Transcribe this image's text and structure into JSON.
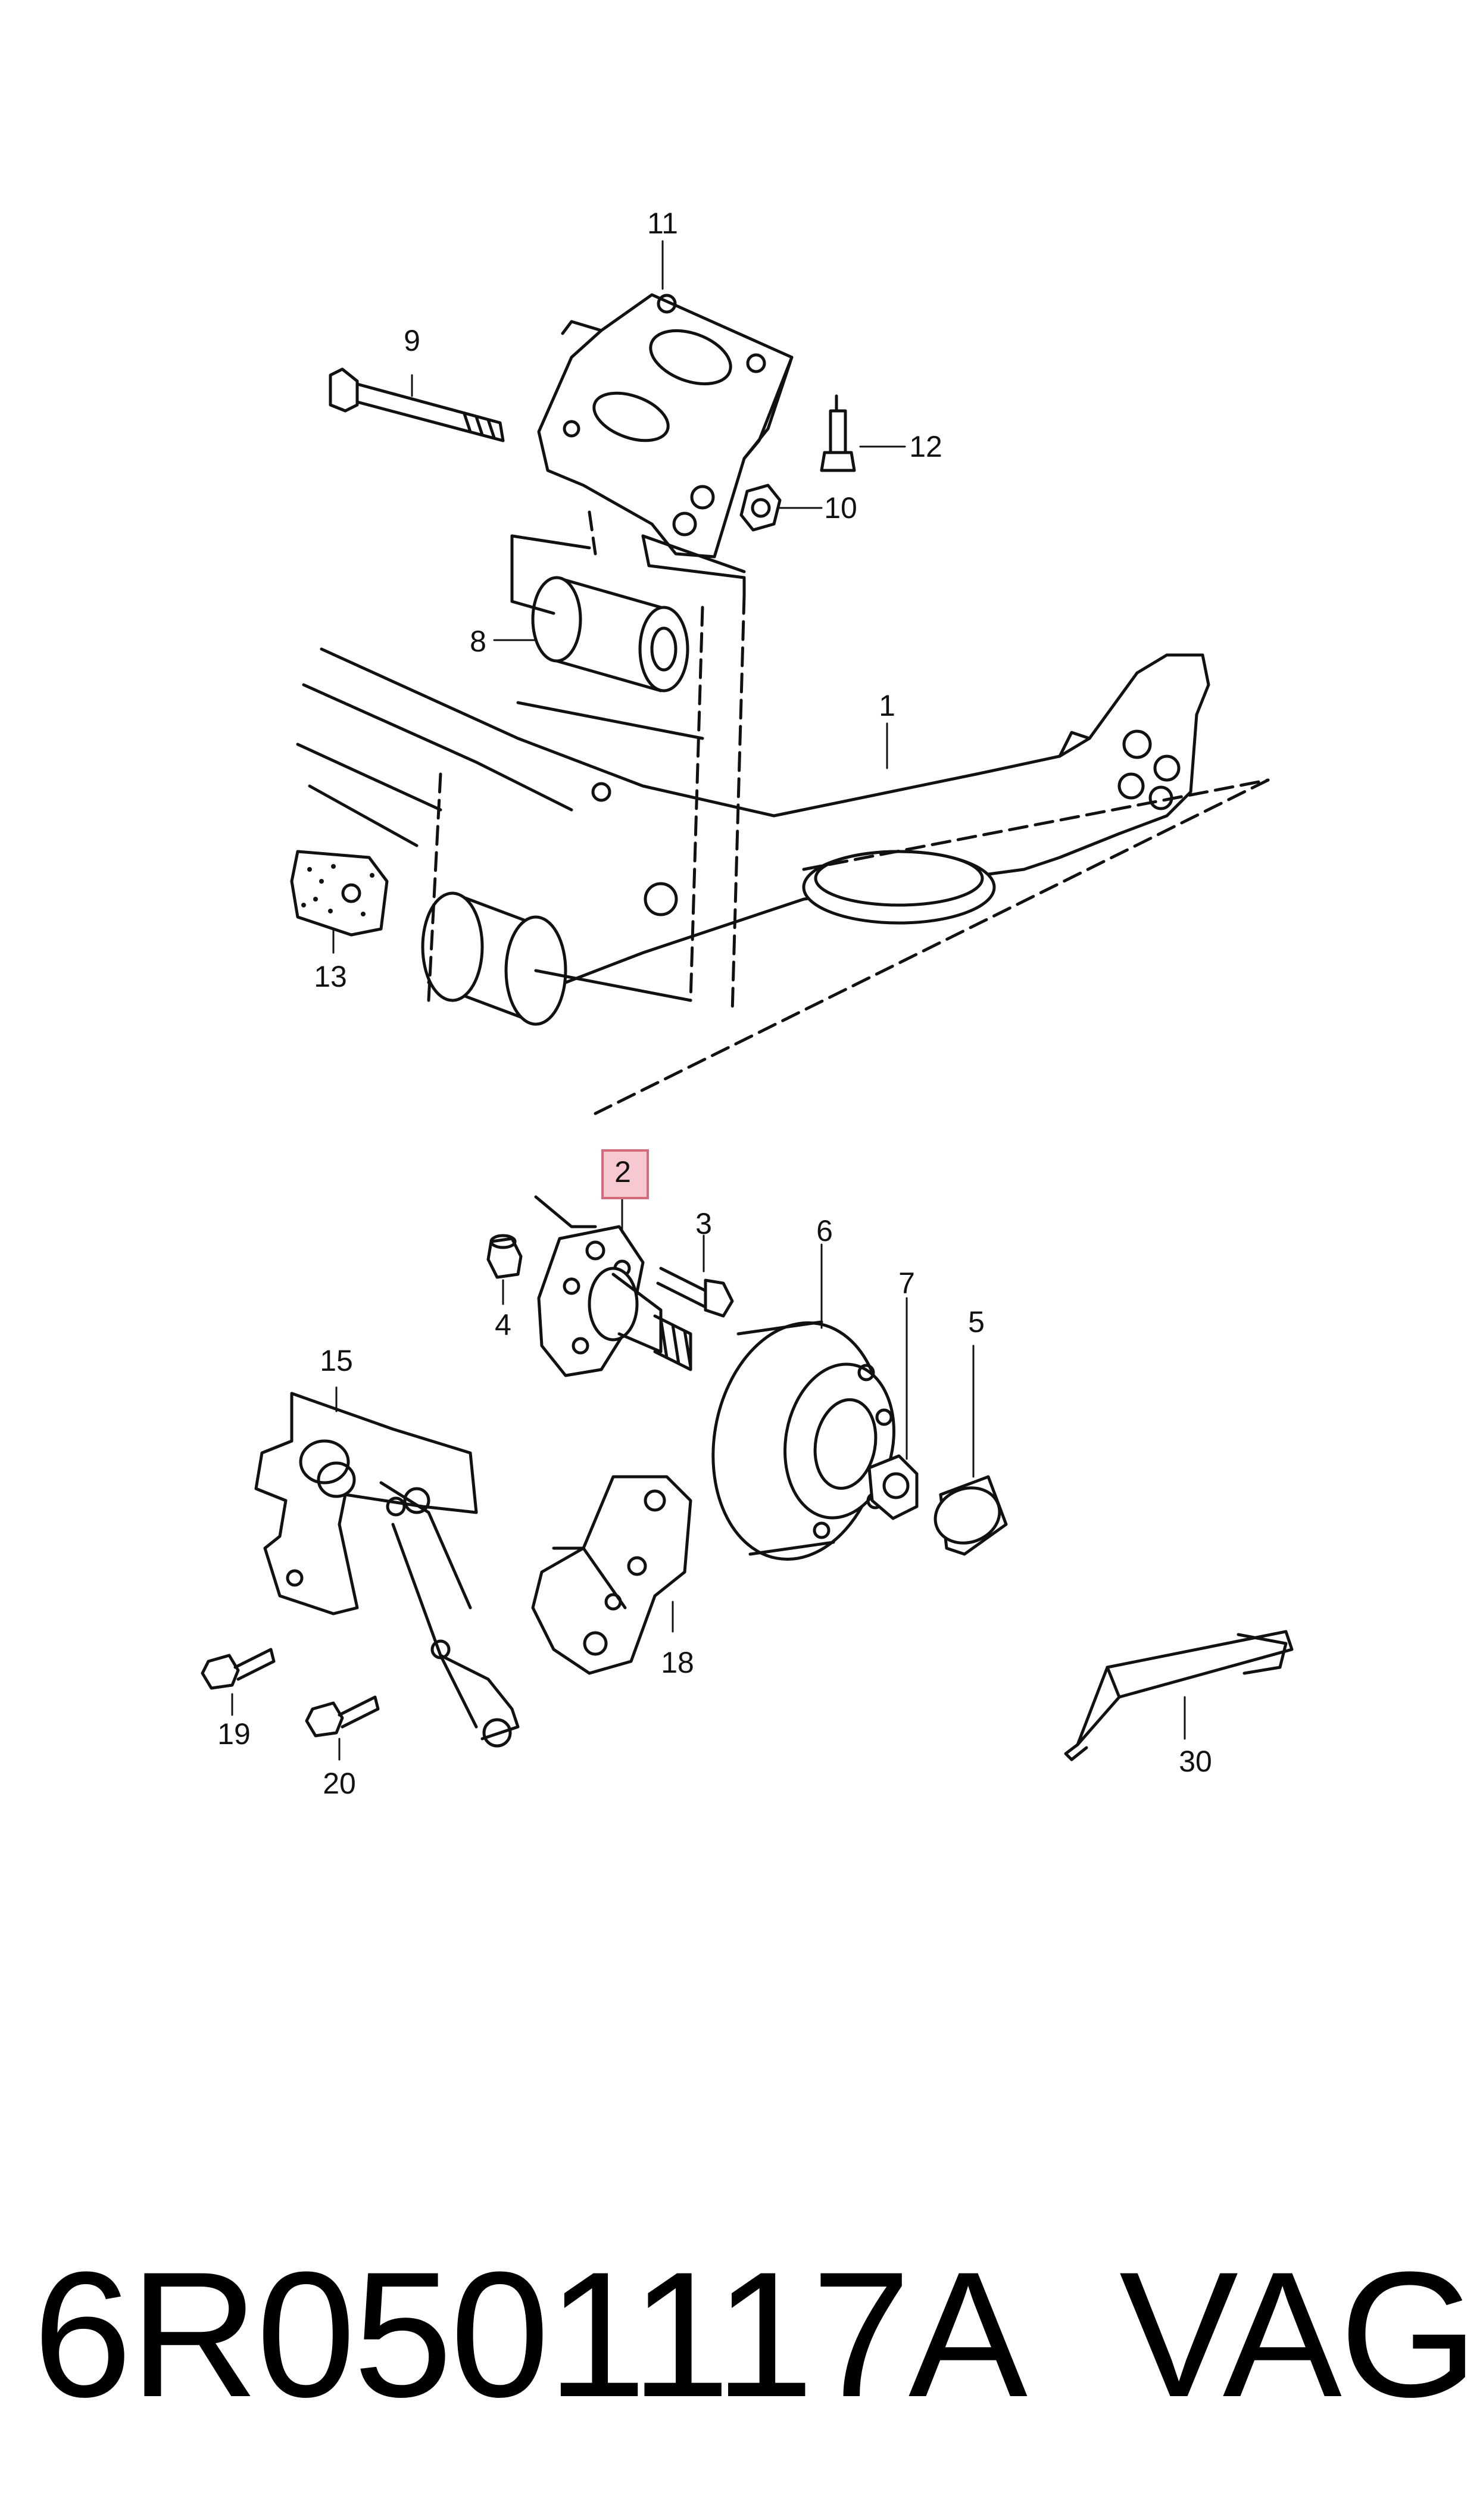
{
  "diagram": {
    "callouts": {
      "c1": "1",
      "c2": "2",
      "c3": "3",
      "c4": "4",
      "c5": "5",
      "c6": "6",
      "c7": "7",
      "c8": "8",
      "c9": "9",
      "c10": "10",
      "c11": "11",
      "c12": "12",
      "c13": "13",
      "c15": "15",
      "c18": "18",
      "c19": "19",
      "c20": "20",
      "c30": "30"
    },
    "highlighted_callout": "2",
    "highlight_color": "#f7c8cf",
    "line_color": "#111111"
  },
  "footer": {
    "part_number": "6R0501117A",
    "brand": "VAG"
  }
}
